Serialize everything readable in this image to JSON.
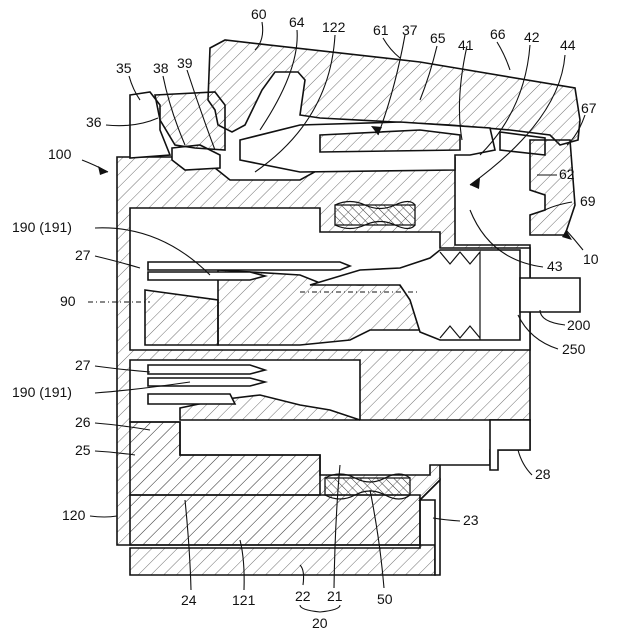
{
  "labels": {
    "l60": "60",
    "l64": "64",
    "l122": "122",
    "l61": "61",
    "l37": "37",
    "l65": "65",
    "l41": "41",
    "l66": "66",
    "l42": "42",
    "l44": "44",
    "l35": "35",
    "l38": "38",
    "l39": "39",
    "l36": "36",
    "l67": "67",
    "l100": "100",
    "l62": "62",
    "l69": "69",
    "l190a": "190 (191)",
    "l27a": "27",
    "l43": "43",
    "l10": "10",
    "l90": "90",
    "l200": "200",
    "l250": "250",
    "l27b": "27",
    "l190b": "190 (191)",
    "l26": "26",
    "l25": "25",
    "l28": "28",
    "l120": "120",
    "l23": "23",
    "l24": "24",
    "l121": "121",
    "l22": "22",
    "l21": "21",
    "l50": "50",
    "l20": "20"
  }
}
